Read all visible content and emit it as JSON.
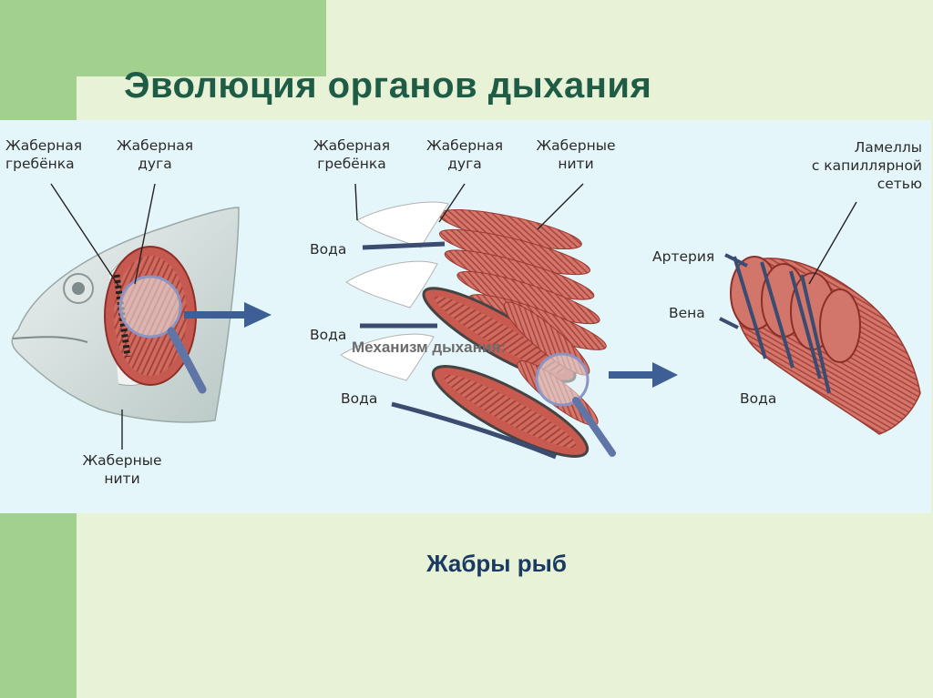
{
  "slide": {
    "title": "Эволюция органов дыхания",
    "caption": "Жабры рыб",
    "overlay_text": "Механизм дыхания:"
  },
  "labels": {
    "fish_comb_1": "Жаберная",
    "fish_comb_2": "гребёнка",
    "fish_arch_1": "Жаберная",
    "fish_arch_2": "дуга",
    "fish_filaments_1": "Жаберные",
    "fish_filaments_2": "нити",
    "mid_comb_1": "Жаберная",
    "mid_comb_2": "гребёнка",
    "mid_arch_1": "Жаберная",
    "mid_arch_2": "дуга",
    "mid_filaments_1": "Жаберные",
    "mid_filaments_2": "нити",
    "water_1": "Вода",
    "water_2": "Вода",
    "water_3": "Вода",
    "lamellae_1": "Ламеллы",
    "lamellae_2": "с капиллярной",
    "lamellae_3": "сетью",
    "artery": "Артерия",
    "vein": "Вена",
    "water_right": "Вода"
  },
  "colors": {
    "accent_green": "#a2d08e",
    "background": "#e7f2d7",
    "title": "#1f5c46",
    "caption": "#1b3a63",
    "gill_red": "#c8584e",
    "arrow_blue": "#3d5f95"
  }
}
